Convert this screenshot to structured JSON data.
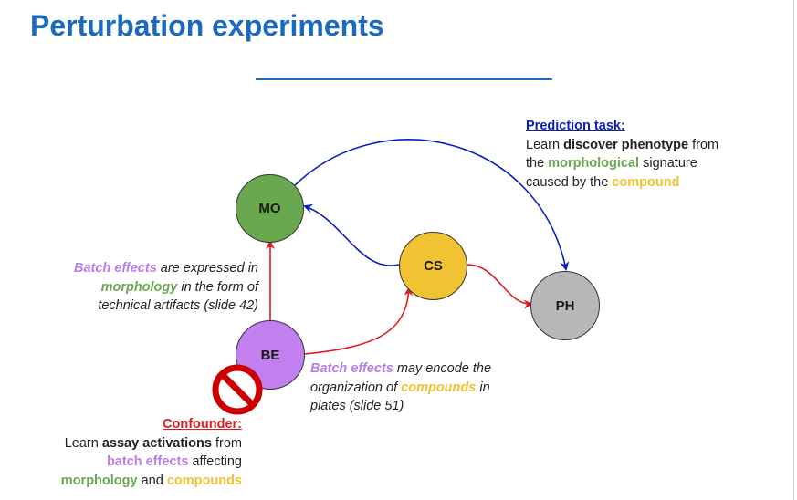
{
  "title": "Perturbation experiments",
  "nodes": {
    "mo": "MO",
    "cs": "CS",
    "ph": "PH",
    "be": "BE"
  },
  "prediction": {
    "heading": "Prediction task:",
    "l1_a": "Learn ",
    "l1_b": "discover phenotype",
    "l1_c": " from",
    "l2_a": "the ",
    "l2_b": "morphological",
    "l2_c": " signature",
    "l3_a": "caused by the ",
    "l3_b": "compound"
  },
  "batch_morph": {
    "l1_a": "Batch effects",
    "l1_b": " are expressed in",
    "l2_a": "morphology",
    "l2_b": " in the form of",
    "l3": "technical artifacts (slide 42)"
  },
  "batch_comp": {
    "l1_a": "Batch effects",
    "l1_b": " may encode the",
    "l2_a": "organization of ",
    "l2_b": "compounds",
    "l2_c": " in",
    "l3": "plates (slide 51)"
  },
  "confounder": {
    "heading": "Confounder:",
    "l1_a": "Learn ",
    "l1_b": "assay activations",
    "l1_c": " from",
    "l2_a": "batch effects",
    "l2_b": " affecting",
    "l3_a": "morphology",
    "l3_b": " and ",
    "l3_c": "compounds"
  },
  "icons": {
    "prohibition": "no-sign-icon"
  },
  "colors": {
    "title": "#1a6bbf",
    "mo": "#6aa84f",
    "cs": "#f1c232",
    "ph": "#b7b7b7",
    "be": "#c27ff0",
    "blue_arrow": "#0b1fbf",
    "red_arrow": "#e01b1b"
  }
}
